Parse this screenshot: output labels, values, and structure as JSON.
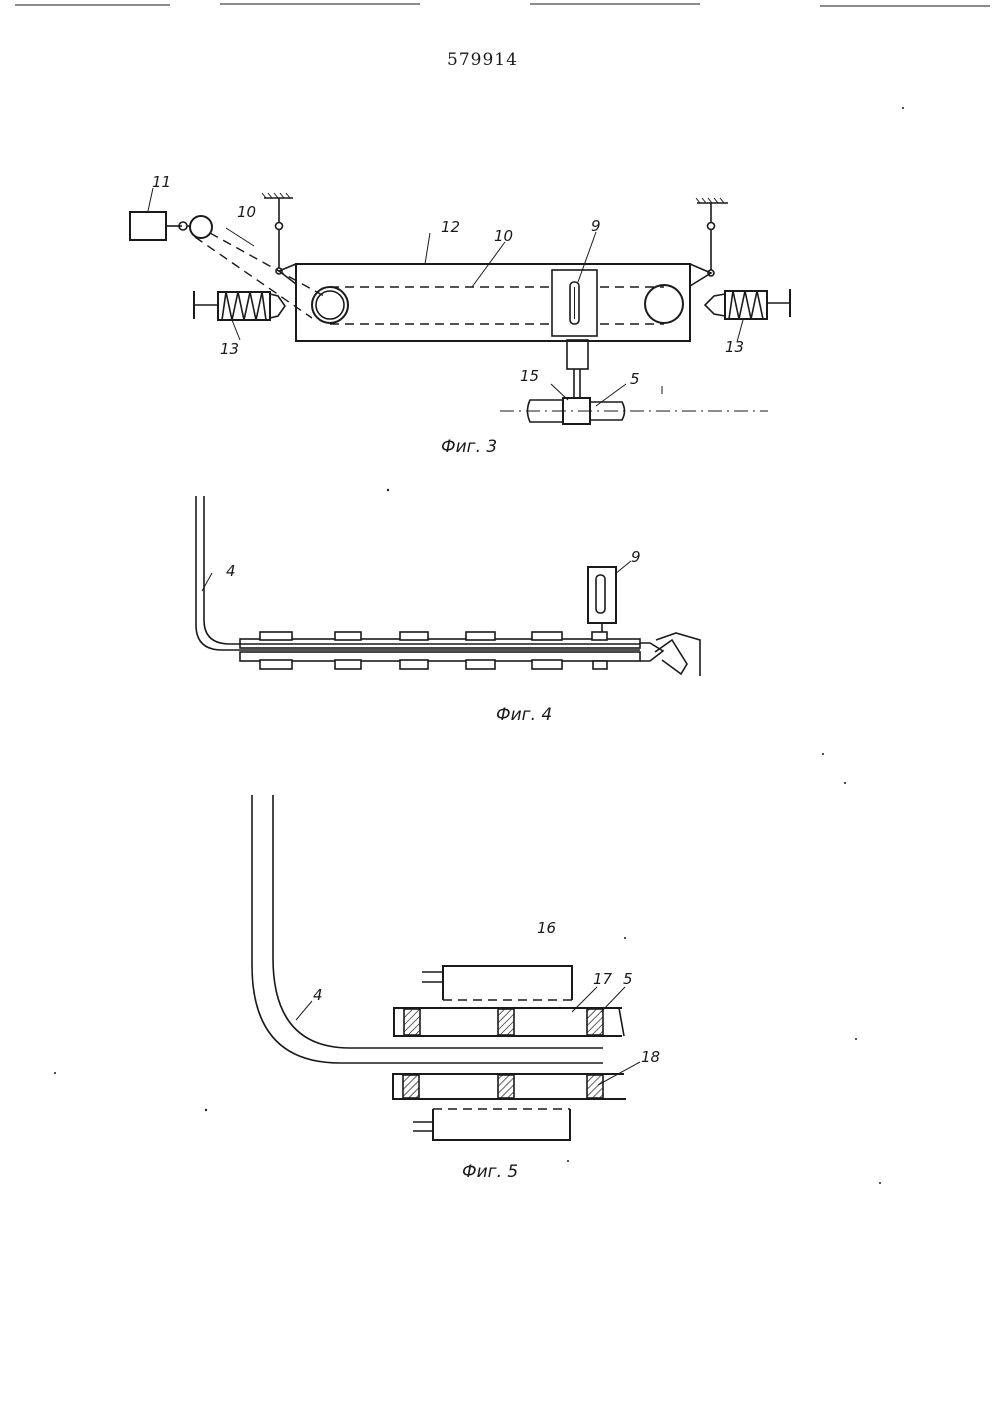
{
  "document": {
    "patent_number": "579914"
  },
  "fig3": {
    "caption": "Фиг. 3",
    "labels": {
      "l11": "11",
      "l10a": "10",
      "l12": "12",
      "l10b": "10",
      "l9": "9",
      "l13a": "13",
      "l13b": "13",
      "l15": "15",
      "l5": "5"
    }
  },
  "fig4": {
    "caption": "Фиг. 4",
    "labels": {
      "l4": "4",
      "l9": "9"
    }
  },
  "fig5": {
    "caption": "Фиг. 5",
    "labels": {
      "l16": "16",
      "l17": "17",
      "l5": "5",
      "l4": "4",
      "l18": "18"
    }
  },
  "colors": {
    "ink": "#1a1a1a",
    "paper": "#ffffff"
  }
}
